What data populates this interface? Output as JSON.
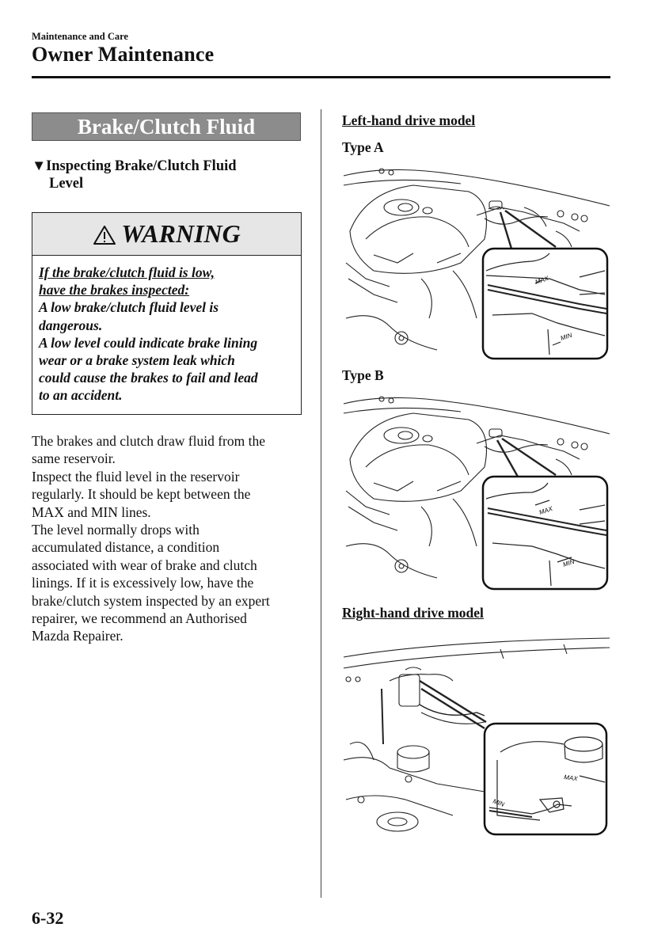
{
  "header": {
    "section": "Maintenance and Care",
    "title": "Owner Maintenance"
  },
  "banner": "Brake/Clutch Fluid",
  "subsection": {
    "marker": "▼",
    "line1": "Inspecting Brake/Clutch Fluid",
    "line2": "Level"
  },
  "warning": {
    "heading": "WARNING",
    "underlined": [
      "If the brake/clutch fluid is low,",
      "have the brakes inspected:"
    ],
    "lines": [
      "A low brake/clutch fluid level is",
      "dangerous.",
      "A low level could indicate brake lining",
      "wear or a brake system leak which",
      "could cause the brakes to fail and lead",
      "to an accident."
    ]
  },
  "body": [
    "The brakes and clutch draw fluid from the",
    "same reservoir.",
    "Inspect the fluid level in the reservoir",
    "regularly. It should be kept between the",
    "MAX and MIN lines.",
    "The level normally drops with",
    "accumulated distance, a condition",
    "associated with wear of brake and clutch",
    "linings. If it is excessively low, have the",
    "brake/clutch system inspected by an expert",
    "repairer, we recommend an Authorised",
    "Mazda Repairer."
  ],
  "right": {
    "lhd_heading": "Left-hand drive model",
    "type_a": "Type A",
    "type_b": "Type B",
    "rhd_heading": "Right-hand drive model"
  },
  "figure_labels": {
    "max": "MAX",
    "min": "MIN"
  },
  "page_number": "6-32"
}
